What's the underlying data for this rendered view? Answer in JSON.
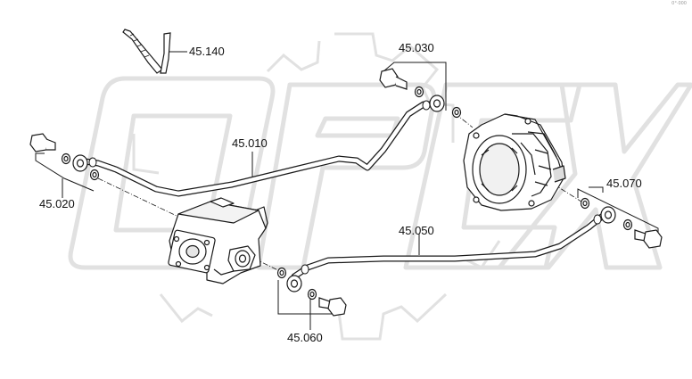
{
  "watermark": {
    "text": "OPEX",
    "color": "#e3e3e3"
  },
  "corner_mark": "0°·000",
  "callouts": [
    {
      "id": "p45140",
      "text": "45.140"
    },
    {
      "id": "p45030",
      "text": "45.030"
    },
    {
      "id": "p45010",
      "text": "45.010"
    },
    {
      "id": "p45020",
      "text": "45.020"
    },
    {
      "id": "p45070",
      "text": "45.070"
    },
    {
      "id": "p45050",
      "text": "45.050"
    },
    {
      "id": "p45060",
      "text": "45.060"
    }
  ],
  "colors": {
    "line": "#1a1a1a",
    "pipe_fill": "#ffffff",
    "shade": "#cfcfcf"
  }
}
